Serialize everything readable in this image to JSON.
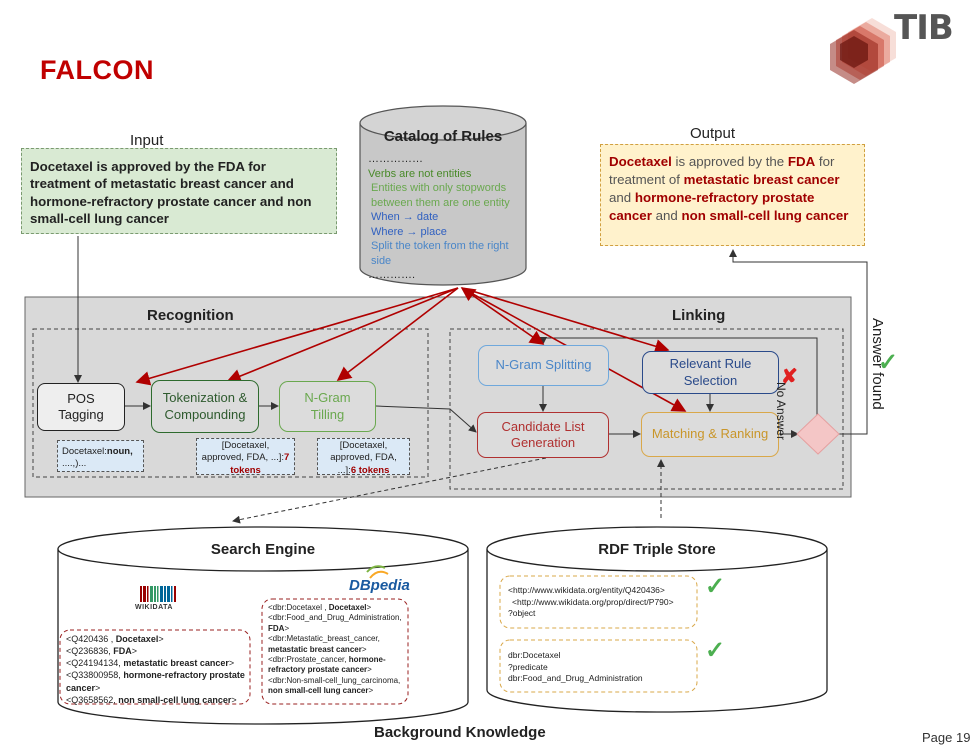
{
  "header": {
    "title": "FALCON",
    "logo_text": "TIB",
    "page_number": "Page 19"
  },
  "input": {
    "label": "Input",
    "text": "Docetaxel is approved by the FDA for treatment of  metastatic breast cancer and hormone-refractory prostate cancer and non small-cell lung cancer"
  },
  "catalog": {
    "title": "Catalog of Rules",
    "dots_top": "……………",
    "rules": [
      {
        "text": "Verbs are not entities",
        "color": "#4a8a2a"
      },
      {
        "text": "Entities with only stopwords between them are one entity",
        "color": "#6aa84f"
      },
      {
        "text": "When → date",
        "color": "#3060c0"
      },
      {
        "text": "Where → place",
        "color": "#3060c0"
      },
      {
        "text": "Split the token from the right side",
        "color": "#4a86c8"
      }
    ],
    "dots_bottom": "…………."
  },
  "output": {
    "label": "Output",
    "parts": [
      {
        "text": "Docetaxel",
        "hl": true
      },
      {
        "text": " is approved by the ",
        "hl": false
      },
      {
        "text": "FDA",
        "hl": true
      },
      {
        "text": " for treatment of  ",
        "hl": false
      },
      {
        "text": "metastatic breast cancer",
        "hl": true
      },
      {
        "text": " and ",
        "hl": false
      },
      {
        "text": "hormone-refractory prostate cancer",
        "hl": true
      },
      {
        "text": " and ",
        "hl": false
      },
      {
        "text": "non small-cell lung cancer",
        "hl": true
      }
    ]
  },
  "recognition": {
    "title": "Recognition",
    "pos": "POS Tagging",
    "tokenization": "Tokenization & Compounding",
    "ngram_tilling": "N-Gram Tilling",
    "pos_note_a": "Docetaxel:",
    "pos_note_b": "noun,",
    "pos_note_c": "....,)...",
    "tok_note_a": "[Docetaxel, approved, FDA, ...]:",
    "tok_note_b": "7 tokens",
    "till_note_a": "[Docetaxel, approved, FDA, ...]:",
    "till_note_b": "6 tokens"
  },
  "linking": {
    "title": "Linking",
    "ngram_splitting": "N-Gram Splitting",
    "relevant_rule": "Relevant Rule Selection",
    "candidate": "Candidate List Generation",
    "matching": "Matching & Ranking",
    "no_answer": "No Answer",
    "answer_found": "Answer found",
    "cross": "✘",
    "check": "✓"
  },
  "search_engine": {
    "title": "Search Engine",
    "wikidata_label": "WIKIDATA",
    "dbpedia_label": "DBpedia",
    "wikidata_entries": [
      {
        "id": "<Q420436 , ",
        "name": "Docetaxel",
        "end": ">"
      },
      {
        "id": "<Q236836, ",
        "name": "FDA",
        "end": ">"
      },
      {
        "id": "<Q24194134, ",
        "name": "metastatic breast cancer",
        "end": ">"
      },
      {
        "id": "<Q33800958, ",
        "name": "hormone-refractory prostate cancer",
        "end": ">"
      },
      {
        "id": "<Q3658562, ",
        "name": "non small-cell lung cancer",
        "end": ">"
      }
    ],
    "dbpedia_entries": [
      {
        "id": "<dbr:Docetaxel , ",
        "name": "Docetaxel",
        "end": ">"
      },
      {
        "id": "<dbr:Food_and_Drug_Administration, ",
        "name": "FDA",
        "end": ">"
      },
      {
        "id": "<dbr:Metastatic_breast_cancer, ",
        "name": "metastatic breast cancer",
        "end": ">"
      },
      {
        "id": "<dbr:Prostate_cancer, ",
        "name": "hormone-refractory prostate cancer",
        "end": ">"
      },
      {
        "id": "<dbr:Non-small-cell_lung_carcinoma, ",
        "name": "non small-cell lung cancer",
        "end": ">"
      }
    ]
  },
  "rdf_store": {
    "title": "RDF Triple Store",
    "triple1": [
      "<http://www.wikidata.org/entity/Q420436>",
      "<http://www.wikidata.org/prop/direct/P790>",
      "?object"
    ],
    "triple2": [
      "dbr:Docetaxel",
      "?predicate",
      "dbr:Food_and_Drug_Administration"
    ],
    "check": "✓"
  },
  "footer": {
    "background_knowledge": "Background Knowledge"
  }
}
